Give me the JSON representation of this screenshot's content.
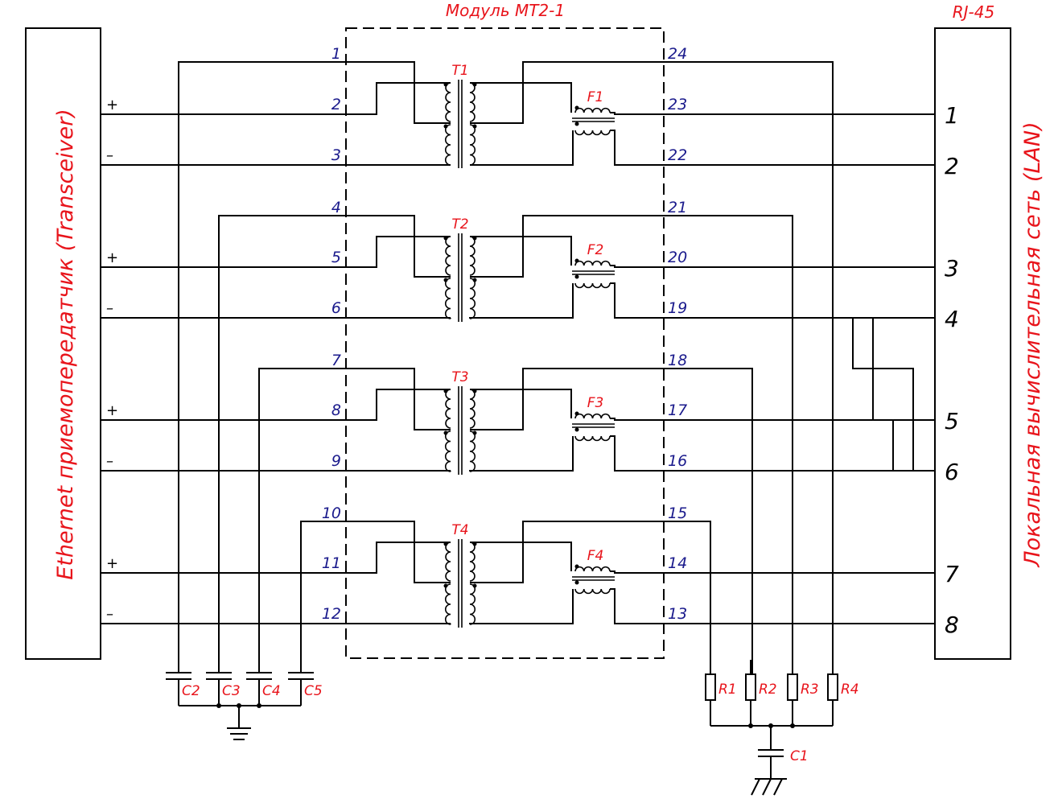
{
  "title": "Модуль МТ2-1",
  "left_block": "Ethernet приемопередатчик (Transceiver)",
  "right_block_title": "RJ-45",
  "right_block": "Локальная вычислительная сеть (LAN)",
  "plus": "+",
  "minus": "–",
  "transformers": [
    "T1",
    "T2",
    "T3",
    "T4"
  ],
  "filters": [
    "F1",
    "F2",
    "F3",
    "F4"
  ],
  "left_pins": [
    "1",
    "2",
    "3",
    "4",
    "5",
    "6",
    "7",
    "8",
    "9",
    "10",
    "11",
    "12"
  ],
  "right_pins": [
    "24",
    "23",
    "22",
    "21",
    "20",
    "19",
    "18",
    "17",
    "16",
    "15",
    "14",
    "13"
  ],
  "rj45_pins": [
    "1",
    "2",
    "3",
    "4",
    "5",
    "6",
    "7",
    "8"
  ],
  "capacitors": [
    "C2",
    "C3",
    "C4",
    "C5"
  ],
  "resistors": [
    "R1",
    "R2",
    "R3",
    "R4"
  ],
  "c1": "C1"
}
